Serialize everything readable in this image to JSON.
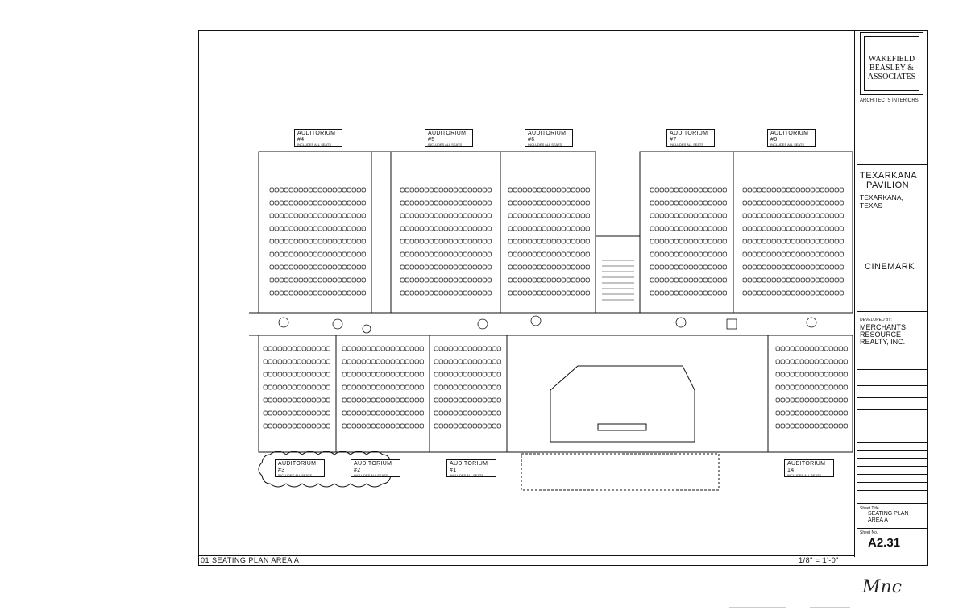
{
  "firm": {
    "line1": "WAKEFIELD",
    "line2": "BEASLEY &",
    "line3": "ASSOCIATES",
    "tagline": "ARCHITECTS  INTERIORS"
  },
  "project": {
    "title_line1": "TEXARKANA",
    "title_line2": "PAVILION",
    "location": "TEXARKANA, TEXAS",
    "client": "CINEMARK"
  },
  "developer": {
    "label": "DEVELOPED BY:",
    "line1": "MERCHANTS",
    "line2": "RESOURCE",
    "line3": "REALTY, INC."
  },
  "sheet": {
    "title_label": "Sheet Title",
    "title_line1": "SEATING PLAN",
    "title_line2": "AREA A",
    "number_label": "Sheet No.",
    "number": "A2.31"
  },
  "drawing": {
    "caption": "01 SEATING PLAN AREA A",
    "scale": "1/8\" = 1'-0\""
  },
  "auditoriums": [
    {
      "id": "a4",
      "name": "AUDITORIUM #4"
    },
    {
      "id": "a5",
      "name": "AUDITORIUM #5"
    },
    {
      "id": "a6",
      "name": "AUDITORIUM #6"
    },
    {
      "id": "a7",
      "name": "AUDITORIUM #7"
    },
    {
      "id": "a8",
      "name": "AUDITORIUM #8"
    },
    {
      "id": "a3",
      "name": "AUDITORIUM #3"
    },
    {
      "id": "a2",
      "name": "AUDITORIUM #2"
    },
    {
      "id": "a1",
      "name": "AUDITORIUM #1"
    },
    {
      "id": "a14",
      "name": "AUDITORIUM 14"
    }
  ],
  "aud_note_line1": "INCLUDES ALL SEATS",
  "signature": "Mnc"
}
